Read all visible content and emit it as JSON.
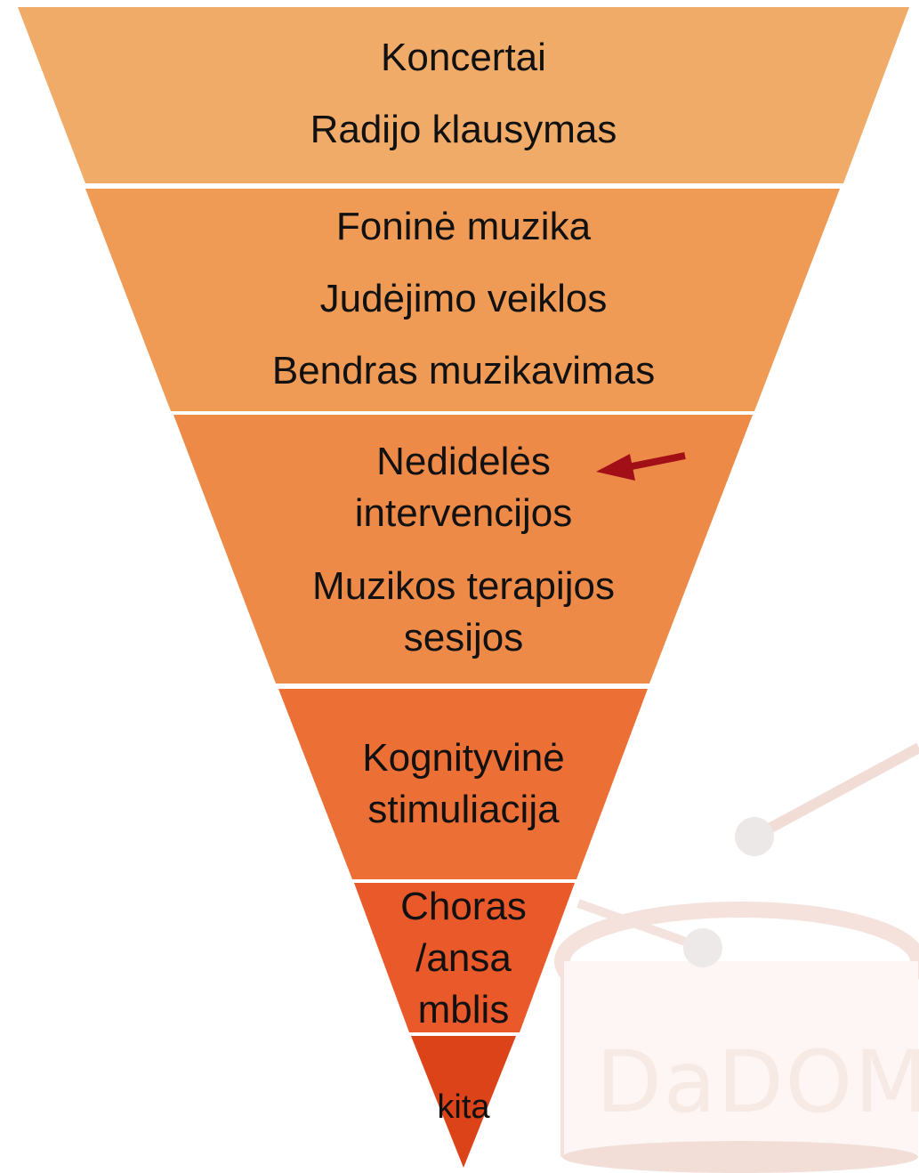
{
  "pyramid": {
    "levels": [
      {
        "lines": [
          "Koncertai",
          "Radijo klausymas"
        ],
        "color": "#f1ab69"
      },
      {
        "lines": [
          "Foninė muzika",
          "Judėjimo veiklos",
          "Bendras muzikavimas"
        ],
        "color": "#ef9a55"
      },
      {
        "lines": [
          "Nedidelės",
          "intervencijos",
          "Muzikos terapijos",
          "sesijos"
        ],
        "color": "#ee8a48"
      },
      {
        "lines": [
          "Kognityvinė",
          "stimuliacija"
        ],
        "color": "#ec6f35"
      },
      {
        "lines": [
          "Choras",
          "/ansa",
          "mblis"
        ],
        "color": "#e9592a"
      },
      {
        "lines": [
          "kita"
        ],
        "color": "#dd4318"
      }
    ],
    "arrow_color": "#a30f17"
  },
  "watermark": {
    "text": "DaDOM"
  }
}
